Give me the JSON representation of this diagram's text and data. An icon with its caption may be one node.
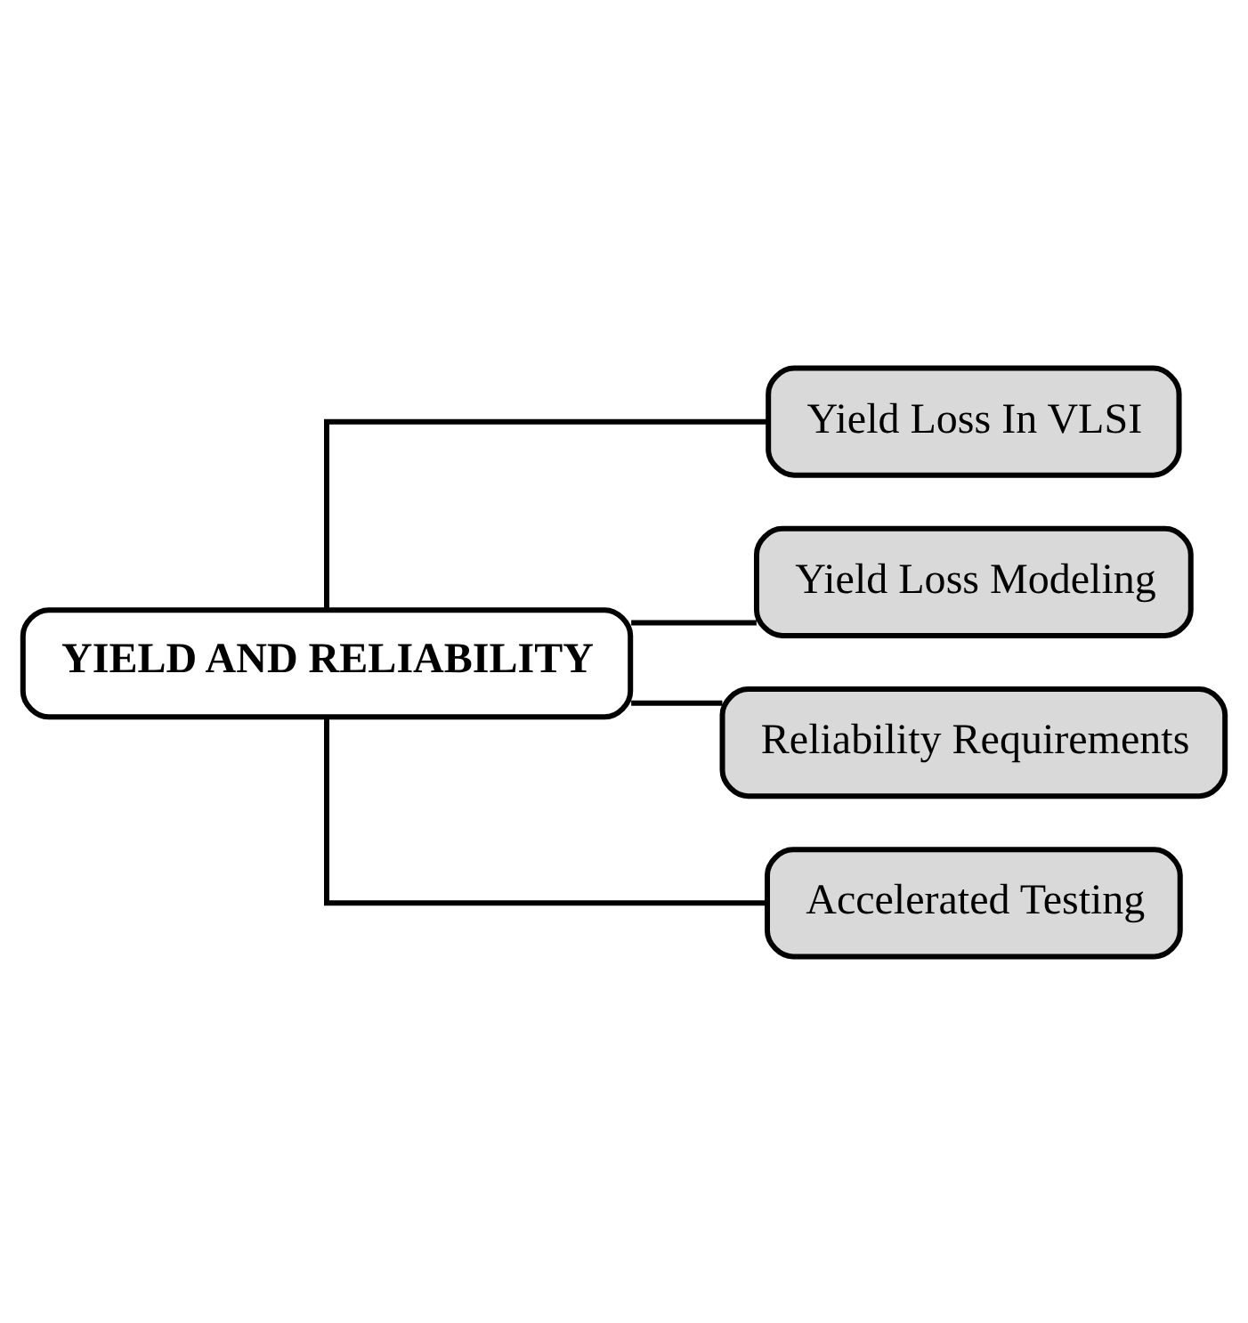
{
  "diagram": {
    "nodes": [
      {
        "text": [
          "YIELD AND RELIABILITY"
        ]
      },
      {
        "text": [
          "Yield Loss In VLSI"
        ]
      },
      {
        "text": [
          "Yield Loss Modeling"
        ]
      },
      {
        "text": [
          "Reliability Requirements"
        ]
      },
      {
        "text": [
          "Accelerated Testing"
        ]
      }
    ],
    "edges": [
      {
        "from": 0,
        "to": 1,
        "arrow": "none"
      },
      {
        "from": 0,
        "to": 2,
        "arrow": "none"
      },
      {
        "from": 0,
        "to": 3,
        "arrow": "none"
      },
      {
        "from": 0,
        "to": 4,
        "arrow": "none"
      }
    ]
  }
}
